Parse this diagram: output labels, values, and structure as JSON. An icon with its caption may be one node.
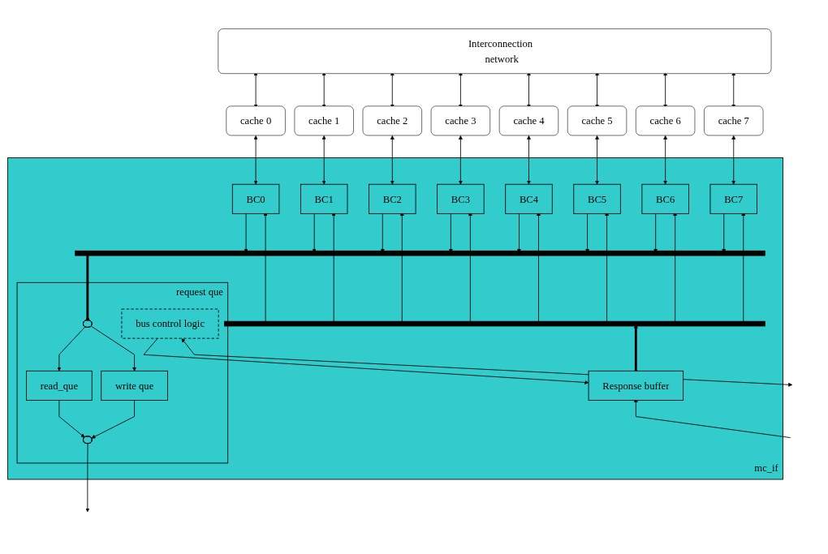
{
  "diagram": {
    "nodes": [
      {
        "text": [
          "Interconnection network"
        ]
      },
      {
        "text": [
          "cache 0"
        ]
      },
      {
        "text": [
          "cache 1"
        ]
      },
      {
        "text": [
          "cache 2"
        ]
      },
      {
        "text": [
          "cache 3"
        ]
      },
      {
        "text": [
          "cache 4"
        ]
      },
      {
        "text": [
          "cache 5"
        ]
      },
      {
        "text": [
          "cache 6"
        ]
      },
      {
        "text": [
          "cache 7"
        ]
      },
      {
        "text": [
          "mc_if"
        ]
      },
      {
        "text": [
          "BC0"
        ],
        "in": 9
      },
      {
        "text": [
          "BC1"
        ],
        "in": 9
      },
      {
        "text": [
          "BC2"
        ],
        "in": 9
      },
      {
        "text": [
          "BC3"
        ],
        "in": 9
      },
      {
        "text": [
          "BC4"
        ],
        "in": 9
      },
      {
        "text": [
          "BC5"
        ],
        "in": 9
      },
      {
        "text": [
          "BC6"
        ],
        "in": 9
      },
      {
        "text": [
          "BC7"
        ],
        "in": 9
      },
      {
        "text": [],
        "shape": "bar",
        "in": 9
      },
      {
        "text": [],
        "shape": "bar",
        "in": 9
      },
      {
        "text": [
          "request que"
        ],
        "in": 9
      },
      {
        "text": [],
        "shape": "ellipse",
        "in": 20
      },
      {
        "text": [
          "read_que"
        ],
        "in": 20
      },
      {
        "text": [
          "write que"
        ],
        "in": 20
      },
      {
        "text": [],
        "shape": "ellipse",
        "in": 20
      },
      {
        "text": [
          "bus control logic"
        ],
        "in": 20
      },
      {
        "text": [
          "Response buffer"
        ],
        "in": 9
      }
    ],
    "edges": [
      {
        "from": 0,
        "to": 1,
        "arrow": "both"
      },
      {
        "from": 0,
        "to": 2,
        "arrow": "both"
      },
      {
        "from": 0,
        "to": 3,
        "arrow": "both"
      },
      {
        "from": 0,
        "to": 4,
        "arrow": "both"
      },
      {
        "from": 0,
        "to": 5,
        "arrow": "both"
      },
      {
        "from": 0,
        "to": 6,
        "arrow": "both"
      },
      {
        "from": 0,
        "to": 7,
        "arrow": "both"
      },
      {
        "from": 0,
        "to": 8,
        "arrow": "both"
      },
      {
        "from": 1,
        "to": 10,
        "arrow": "both"
      },
      {
        "from": 2,
        "to": 11,
        "arrow": "both"
      },
      {
        "from": 3,
        "to": 12,
        "arrow": "both"
      },
      {
        "from": 4,
        "to": 13,
        "arrow": "both"
      },
      {
        "from": 5,
        "to": 14,
        "arrow": "both"
      },
      {
        "from": 6,
        "to": 15,
        "arrow": "both"
      },
      {
        "from": 7,
        "to": 16,
        "arrow": "both"
      },
      {
        "from": 8,
        "to": 17,
        "arrow": "both"
      },
      {
        "from": 10,
        "to": 18,
        "arrow": "to"
      },
      {
        "from": 11,
        "to": 18,
        "arrow": "to"
      },
      {
        "from": 12,
        "to": 18,
        "arrow": "to"
      },
      {
        "from": 13,
        "to": 18,
        "arrow": "to"
      },
      {
        "from": 14,
        "to": 18,
        "arrow": "to"
      },
      {
        "from": 15,
        "to": 18,
        "arrow": "to"
      },
      {
        "from": 16,
        "to": 18,
        "arrow": "to"
      },
      {
        "from": 17,
        "to": 18,
        "arrow": "to"
      },
      {
        "from": 19,
        "to": 10,
        "arrow": "to"
      },
      {
        "from": 19,
        "to": 11,
        "arrow": "to"
      },
      {
        "from": 19,
        "to": 12,
        "arrow": "to"
      },
      {
        "from": 19,
        "to": 13,
        "arrow": "to"
      },
      {
        "from": 19,
        "to": 14,
        "arrow": "to"
      },
      {
        "from": 19,
        "to": 15,
        "arrow": "to"
      },
      {
        "from": 19,
        "to": 16,
        "arrow": "to"
      },
      {
        "from": 19,
        "to": 17,
        "arrow": "to"
      },
      {
        "from": 18,
        "to": 21,
        "arrow": "to",
        "style": "thick"
      },
      {
        "from": 26,
        "to": 19,
        "arrow": "to",
        "style": "thick"
      },
      {
        "from": 21,
        "to": 22,
        "arrow": "to"
      },
      {
        "from": 21,
        "to": 23,
        "arrow": "to"
      },
      {
        "from": 22,
        "to": 24,
        "arrow": "to"
      },
      {
        "from": 23,
        "to": 24,
        "arrow": "to"
      },
      {
        "from": 24,
        "to": null,
        "arrow": "to"
      },
      {
        "from": 25,
        "to": 26,
        "arrow": "to"
      },
      {
        "from": 25,
        "to": null,
        "arrow": "both"
      },
      {
        "from": null,
        "to": 26,
        "arrow": "to"
      }
    ]
  }
}
